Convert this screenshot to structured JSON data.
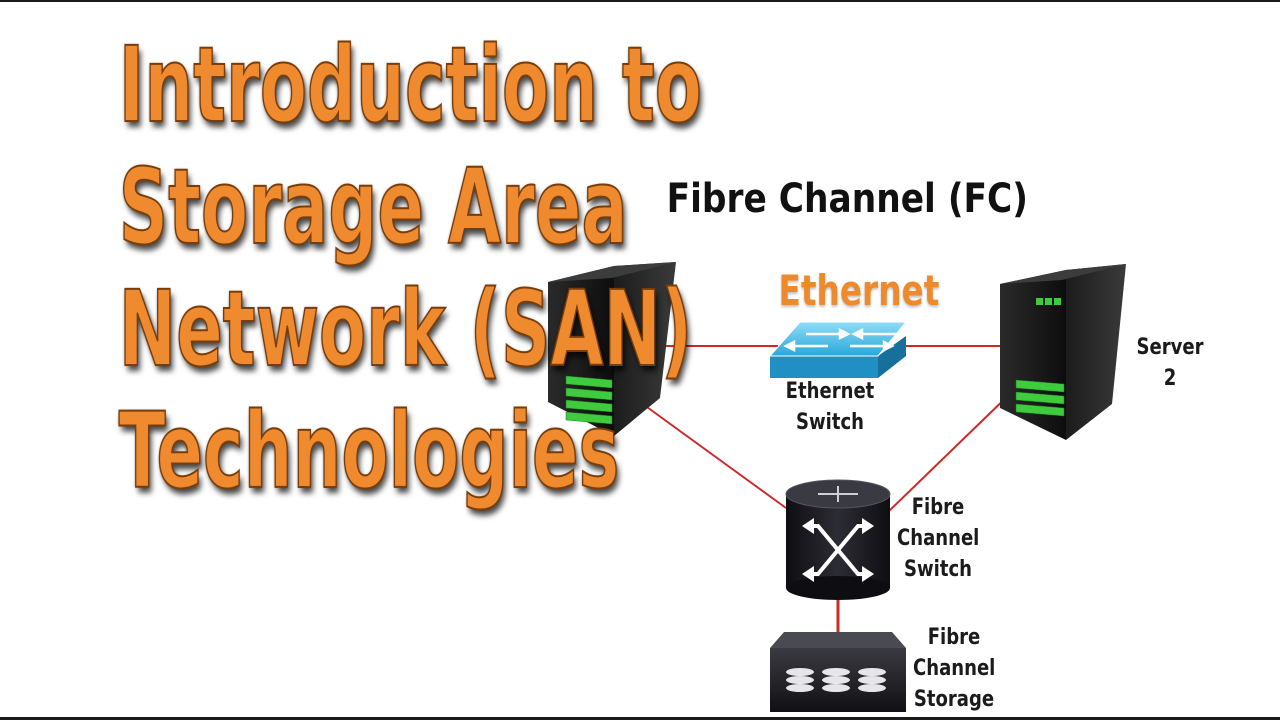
{
  "title": {
    "lines": [
      "Introduction to",
      "Storage Area",
      "Network (SAN)",
      "Technologies"
    ]
  },
  "diagram": {
    "heading": "Fibre Channel (FC)",
    "ethernet_label": "Ethernet",
    "nodes": {
      "server_1": {
        "label": ""
      },
      "server_2": {
        "label": "Server 2"
      },
      "ethernet_switch": {
        "label_line1": "Ethernet",
        "label_line2": "Switch"
      },
      "fc_switch": {
        "label_line1": "Fibre",
        "label_line2": "Channel",
        "label_line3": "Switch"
      },
      "fc_storage": {
        "label_line1": "Fibre",
        "label_line2": "Channel",
        "label_line3": "Storage"
      }
    },
    "colors": {
      "title_orange": "#ef8a2e",
      "link_red": "#cc2a2a",
      "server_led_green": "#3ecb3e",
      "switch_blue": "#3fb6e6"
    }
  }
}
